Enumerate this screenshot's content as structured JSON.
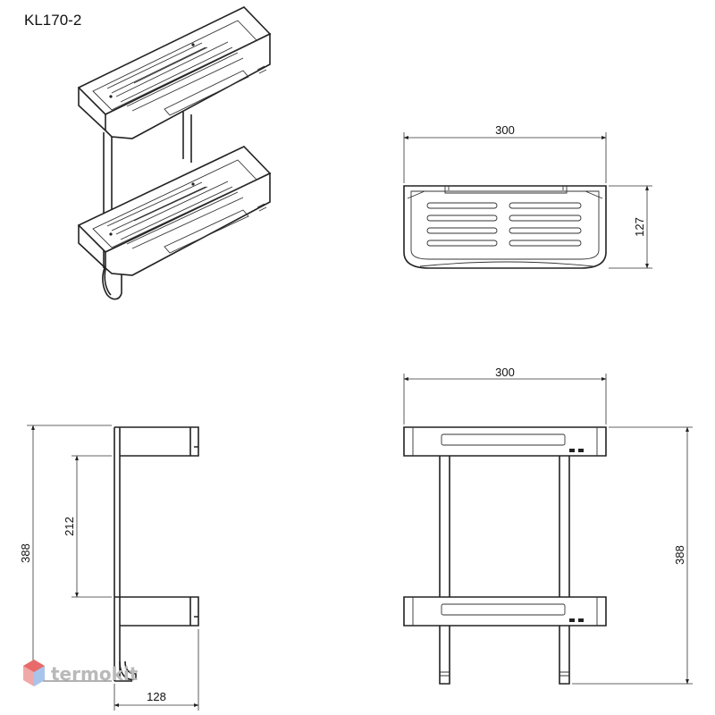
{
  "drawing": {
    "model": "KL170-2"
  },
  "dimensions": {
    "top_view_width": "300",
    "top_view_depth": "127",
    "front_view_width": "300",
    "front_view_height": "388",
    "side_view_height": "388",
    "side_view_shelf_spacing": "212",
    "side_view_depth": "128"
  },
  "watermark": {
    "text": "termokit",
    "logo_icon": "hexagon-logo-icon"
  }
}
